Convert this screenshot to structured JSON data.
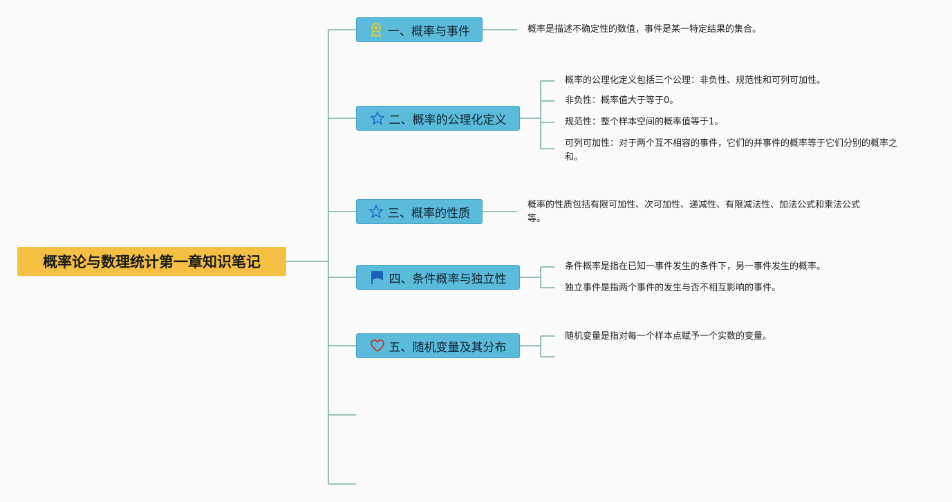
{
  "root": {
    "title": "概率论与数理统计第一章知识笔记"
  },
  "topics": [
    {
      "label": "一、概率与事件",
      "icon": "award-ribbon-icon",
      "notes": [
        "概率是描述不确定性的数值，事件是某一特定结果的集合。"
      ]
    },
    {
      "label": "二、概率的公理化定义",
      "icon": "star-outline-icon",
      "notes": [
        "概率的公理化定义包括三个公理：非负性、规范性和可列可加性。",
        "非负性：概率值大于等于0。",
        "规范性：整个样本空间的概率值等于1。",
        "可列可加性：对于两个互不相容的事件，它们的并事件的概率等于它们分别的概率之和。"
      ]
    },
    {
      "label": "三、概率的性质",
      "icon": "star-outline-icon",
      "notes": [
        "概率的性质包括有限可加性、次可加性、递减性、有限减法性、加法公式和乘法公式等。"
      ]
    },
    {
      "label": "四、条件概率与独立性",
      "icon": "flag-icon",
      "notes": [
        "条件概率是指在已知一事件发生的条件下，另一事件发生的概率。",
        "独立事件是指两个事件的发生与否不相互影响的事件。"
      ]
    },
    {
      "label": "五、随机变量及其分布",
      "icon": "heart-outline-icon",
      "notes": [
        "随机变量是指对每一个样本点赋予一个实数的变量。"
      ]
    }
  ],
  "colors": {
    "root_fill": "#f5c044",
    "topic_fill": "#5bbbdb",
    "line": "#3a8a80"
  }
}
